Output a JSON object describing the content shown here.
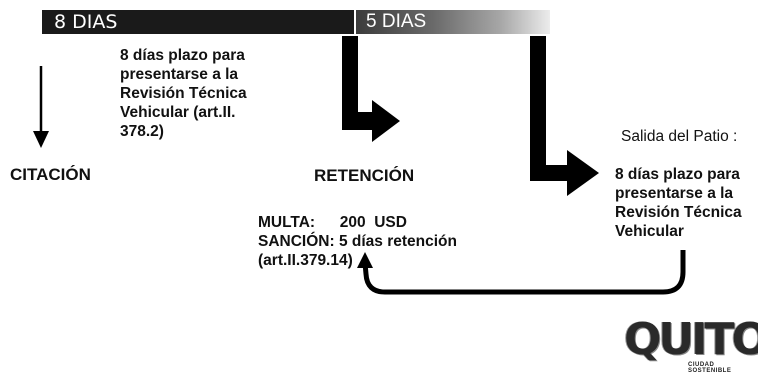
{
  "timeline": {
    "bar1_label": "8 DIAS",
    "bar2_label": "5 DIAS"
  },
  "notes": {
    "first_lines": [
      "8 días plazo para",
      "presentarse a la",
      "Revisión Técnica",
      "Vehicular (art.II.",
      "378.2)"
    ],
    "exit_title": "Salida del Patio :",
    "exit_lines": [
      "8 días plazo para",
      "presentarse a la",
      "Revisión Técnica",
      "Vehicular"
    ]
  },
  "stages": {
    "citacion": "CITACIÓN",
    "retencion": "RETENCIÓN"
  },
  "penalty": {
    "multa_label": "MULTA:",
    "multa_value": "200  USD",
    "sancion_label": "SANCIÓN:",
    "sancion_value": "5 días retención",
    "reference": "(art.II.379.14)"
  },
  "logo": {
    "text": "QUITO",
    "sub": "CIUDAD SOSTENIBLE"
  }
}
